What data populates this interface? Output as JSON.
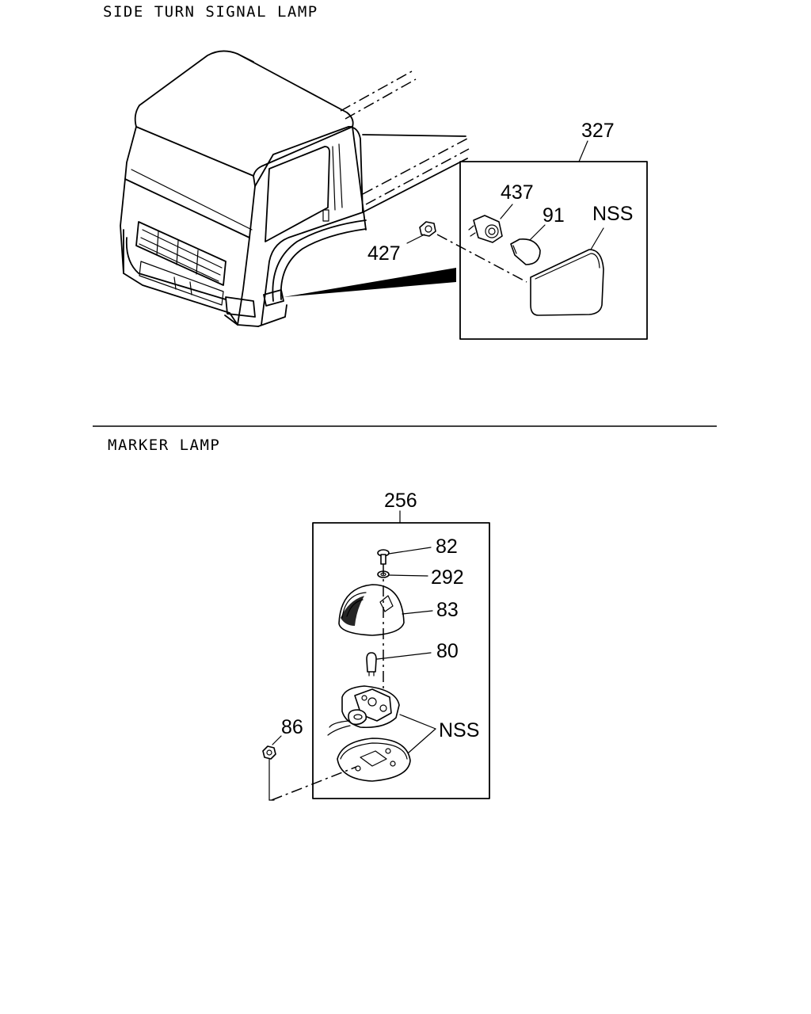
{
  "sections": {
    "side_turn_signal": {
      "title": "SIDE TURN SIGNAL LAMP",
      "callouts": {
        "assembly": "327",
        "socket": "437",
        "bulb": "91",
        "lens": "NSS",
        "nut": "427"
      }
    },
    "marker_lamp": {
      "title": "MARKER LAMP",
      "callouts": {
        "assembly": "256",
        "screw": "82",
        "washer": "292",
        "cover": "83",
        "bulb": "80",
        "base": "NSS",
        "nut": "86"
      }
    }
  }
}
